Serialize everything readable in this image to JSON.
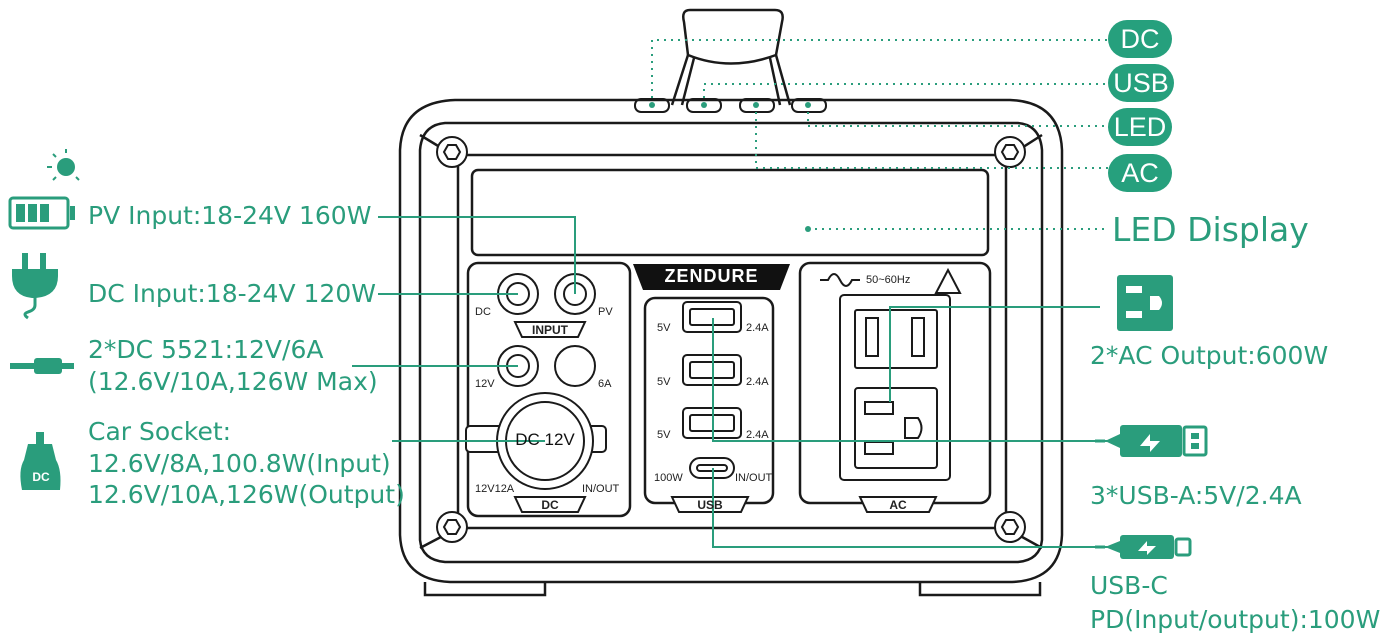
{
  "indicators": [
    "DC",
    "USB",
    "LED",
    "AC"
  ],
  "display_label": "LED Display",
  "left_labels": {
    "pv": "PV Input:18-24V 160W",
    "dc": "DC Input:18-24V 120W",
    "dc5521_line1": "2*DC 5521:12V/6A",
    "dc5521_line2": "(12.6V/10A,126W Max)",
    "car_title": "Car Socket:",
    "car_in": "12.6V/8A,100.8W(Input)",
    "car_out": "12.6V/10A,126W(Output)"
  },
  "right_labels": {
    "ac": "2*AC Output:600W",
    "usb_a": "3*USB-A:5V/2.4A",
    "usb_c_line1": "USB-C",
    "usb_c_line2": "PD(Input/output):100W"
  },
  "panel": {
    "brand": "ZENDURE",
    "input_title": "INPUT",
    "dc_title": "DC",
    "usb_title": "USB",
    "ac_title": "AC",
    "port_dc": "DC",
    "port_pv": "PV",
    "port_12v": "12V",
    "port_6a": "6A",
    "car_socket": "DC 12V",
    "car_rating": "12V12A",
    "car_mode": "IN/OUT",
    "usb_5v": "5V",
    "usb_24a": "2.4A",
    "usbc_power": "100W",
    "usbc_mode": "IN/OUT",
    "ac_freq": "50~60Hz",
    "car_icon_text": "DC"
  },
  "colors": {
    "accent": "#26a07d",
    "line": "#1a1a1a"
  }
}
